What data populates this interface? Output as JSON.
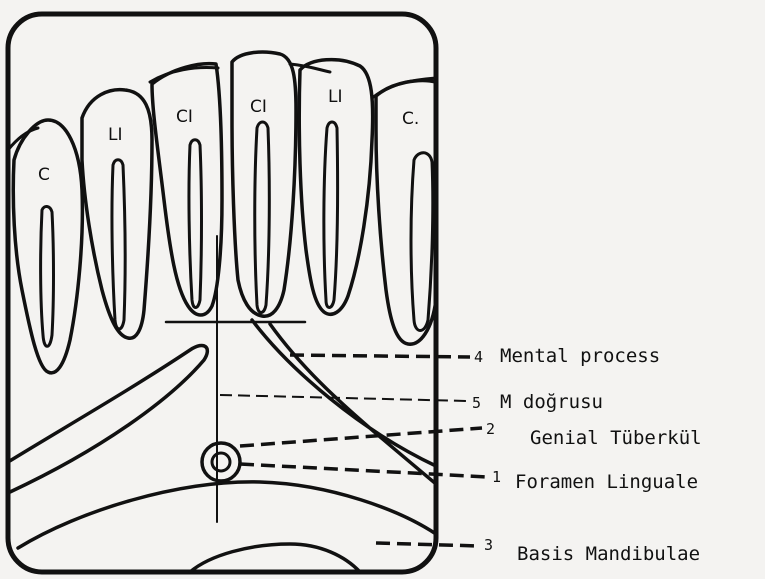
{
  "teeth": [
    {
      "label": "C"
    },
    {
      "label": "LI"
    },
    {
      "label": "CI"
    },
    {
      "label": "CI"
    },
    {
      "label": "LI"
    },
    {
      "label": "C."
    }
  ],
  "callouts": [
    {
      "number": "4",
      "text": "Mental process"
    },
    {
      "number": "5",
      "text": "M doğrusu"
    },
    {
      "number": "2",
      "text": "Genial Tüberkül"
    },
    {
      "number": "1",
      "text": "Foramen Linguale"
    },
    {
      "number": "3",
      "text": "Basis Mandibulae"
    }
  ]
}
